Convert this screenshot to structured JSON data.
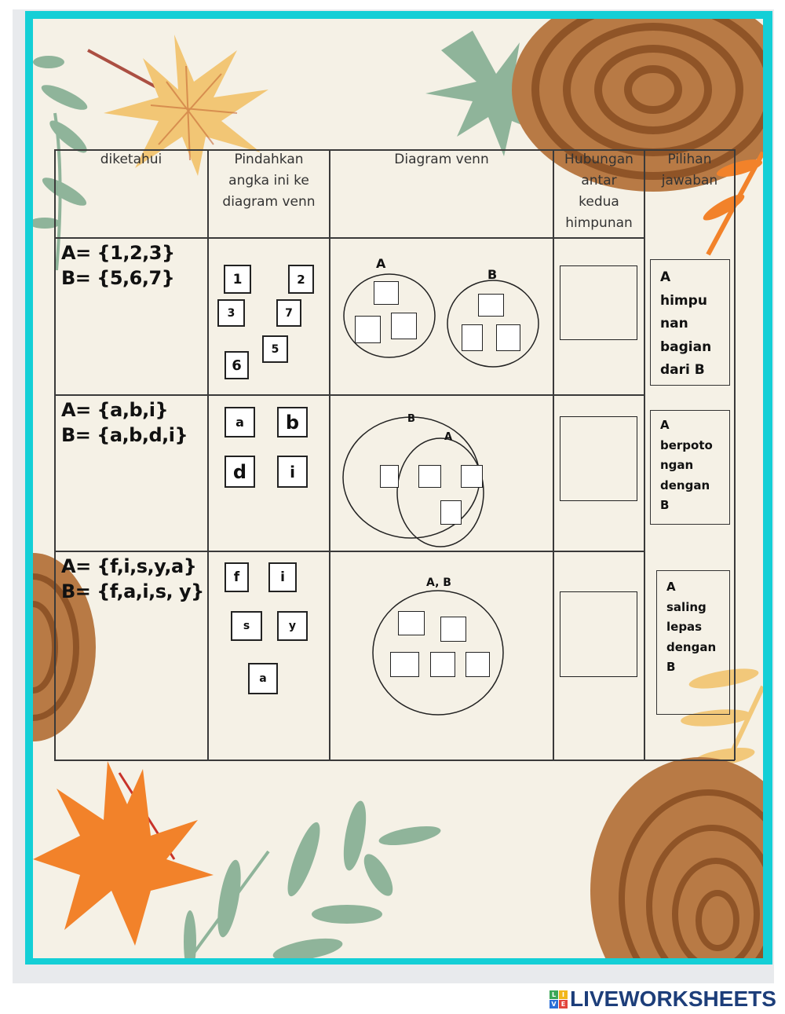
{
  "colors": {
    "frame": "#14cfd6",
    "paper": "#f5f1e6",
    "logo_text": "#1d3e7a",
    "leaf_yellow": "#f2c46f",
    "leaf_orange": "#f2822a",
    "leaf_green": "#8fb49a",
    "wood": "#b87a45",
    "wood_ring": "#8f5427"
  },
  "table": {
    "headers": {
      "given": "diketahui",
      "move_line1": "Pindahkan",
      "move_line2": "angka ini ke",
      "move_line3": "diagram venn",
      "venn": "Diagram venn",
      "relation_line1": "Hubungan",
      "relation_line2": "antar",
      "relation_line3": "kedua",
      "relation_line4": "himpunan",
      "choices_line1": "Pilihan",
      "choices_line2": "jawaban"
    },
    "rows": [
      {
        "set_a": "A= {1,2,3}",
        "set_b": "B= {5,6,7}",
        "tiles": [
          "1",
          "2",
          "3",
          "7",
          "5",
          "6"
        ],
        "venn_labels": [
          "A",
          "B"
        ],
        "venn_type": "disjoint"
      },
      {
        "set_a": "A= {a,b,i}",
        "set_b": "B= {a,b,d,i}",
        "tiles": [
          "a",
          "b",
          "d",
          "i"
        ],
        "venn_labels": [
          "B",
          "A"
        ],
        "venn_type": "subset"
      },
      {
        "set_a": "A= {f,i,s,y,a}",
        "set_b": "B= {f,a,i,s, y}",
        "tiles": [
          "f",
          "i",
          "s",
          "y",
          "a"
        ],
        "venn_labels": [
          "A, B"
        ],
        "venn_type": "equal"
      }
    ],
    "choices": [
      {
        "line1": "A",
        "line2": "himpu",
        "line3": "nan",
        "line4": "bagian",
        "line5": "dari B"
      },
      {
        "line1": "A",
        "line2": "berpoto",
        "line3": "ngan",
        "line4": "dengan",
        "line5": "B"
      },
      {
        "line1": "A",
        "line2": "saling",
        "line3": "lepas",
        "line4": "dengan",
        "line5": "B"
      }
    ]
  },
  "branding": {
    "badge_letters": [
      "L",
      "I",
      "V",
      "E"
    ],
    "badge_colors": [
      "#3aa757",
      "#f2b71a",
      "#2a6fd6",
      "#e2453c"
    ],
    "name": "LIVEWORKSHEETS"
  }
}
